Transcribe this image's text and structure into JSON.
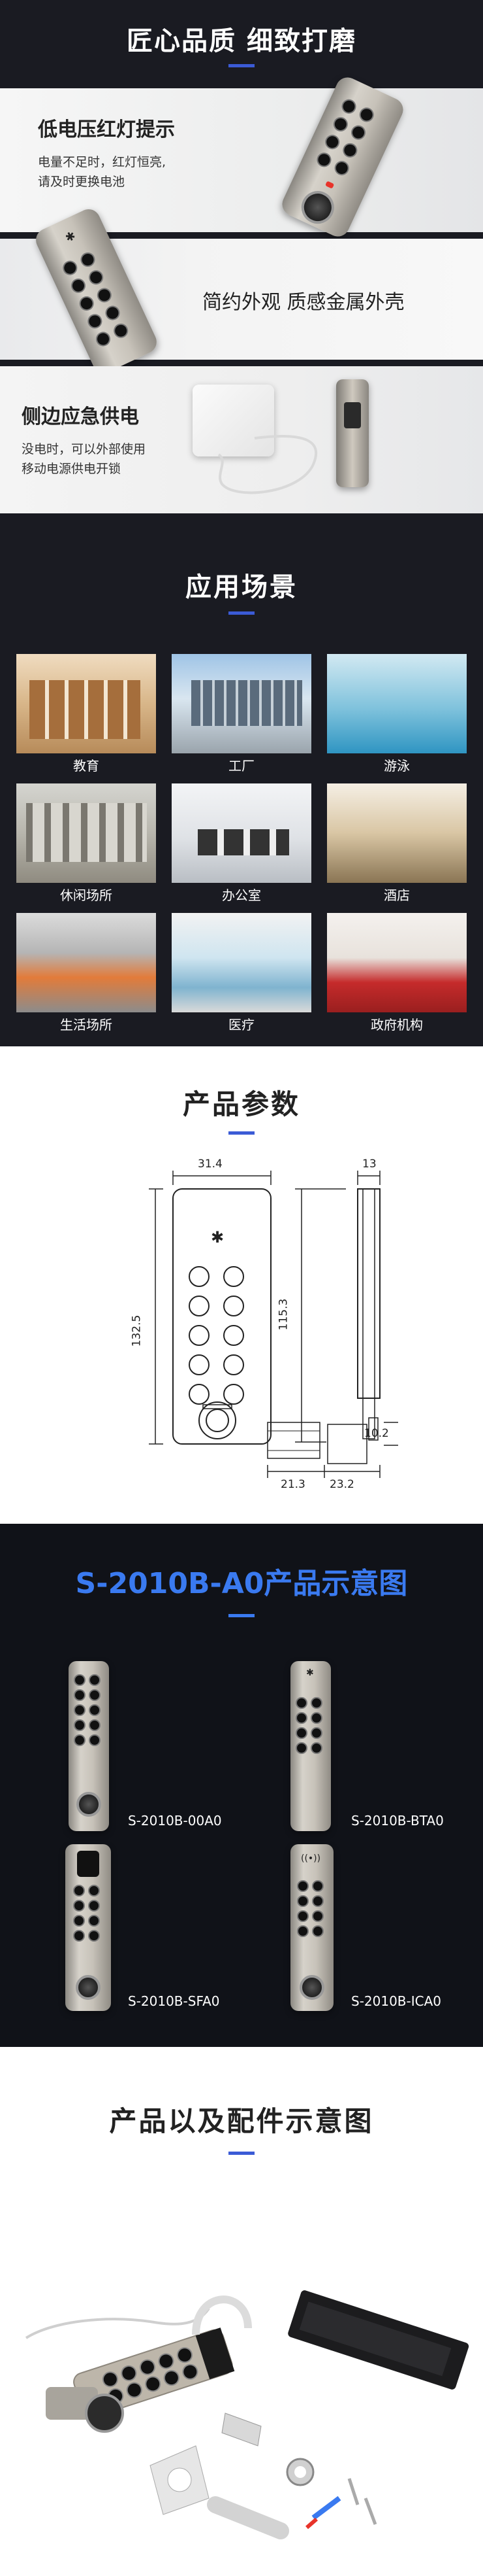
{
  "hero": {
    "title": "匠心品质 细致打磨"
  },
  "features": [
    {
      "title": "低电压红灯提示",
      "desc": "电量不足时，红灯恒亮,\n请及时更换电池"
    },
    {
      "title": "简约外观 质感金属外壳",
      "desc": ""
    },
    {
      "title": "侧边应急供电",
      "desc": "没电时，可以外部使用\n移动电源供电开锁"
    }
  ],
  "scenes": {
    "title": "应用场景",
    "items": [
      {
        "label": "教育"
      },
      {
        "label": "工厂"
      },
      {
        "label": "游泳"
      },
      {
        "label": "休闲场所"
      },
      {
        "label": "办公室"
      },
      {
        "label": "酒店"
      },
      {
        "label": "生活场所"
      },
      {
        "label": "医疗"
      },
      {
        "label": "政府机构"
      }
    ]
  },
  "params": {
    "title": "产品参数",
    "width_top": "31.4",
    "height_total": "132.5",
    "side_top": "13",
    "side_height": "115.3",
    "side_small": "10.2",
    "side_bottom_left": "21.3",
    "side_bottom_right": "23.2"
  },
  "models": {
    "title": "S-2010B-A0产品示意图",
    "items": [
      {
        "label": "S-2010B-00A0"
      },
      {
        "label": "S-2010B-BTA0"
      },
      {
        "label": "S-2010B-SFA0"
      },
      {
        "label": "S-2010B-ICA0"
      }
    ]
  },
  "accessories": {
    "title": "产品以及配件示意图"
  },
  "colors": {
    "dark_bg": "#1a1b22",
    "accent_blue": "#3b5bd6",
    "model_title_blue": "#3a7af0",
    "low_battery_red": "#e8332a"
  }
}
